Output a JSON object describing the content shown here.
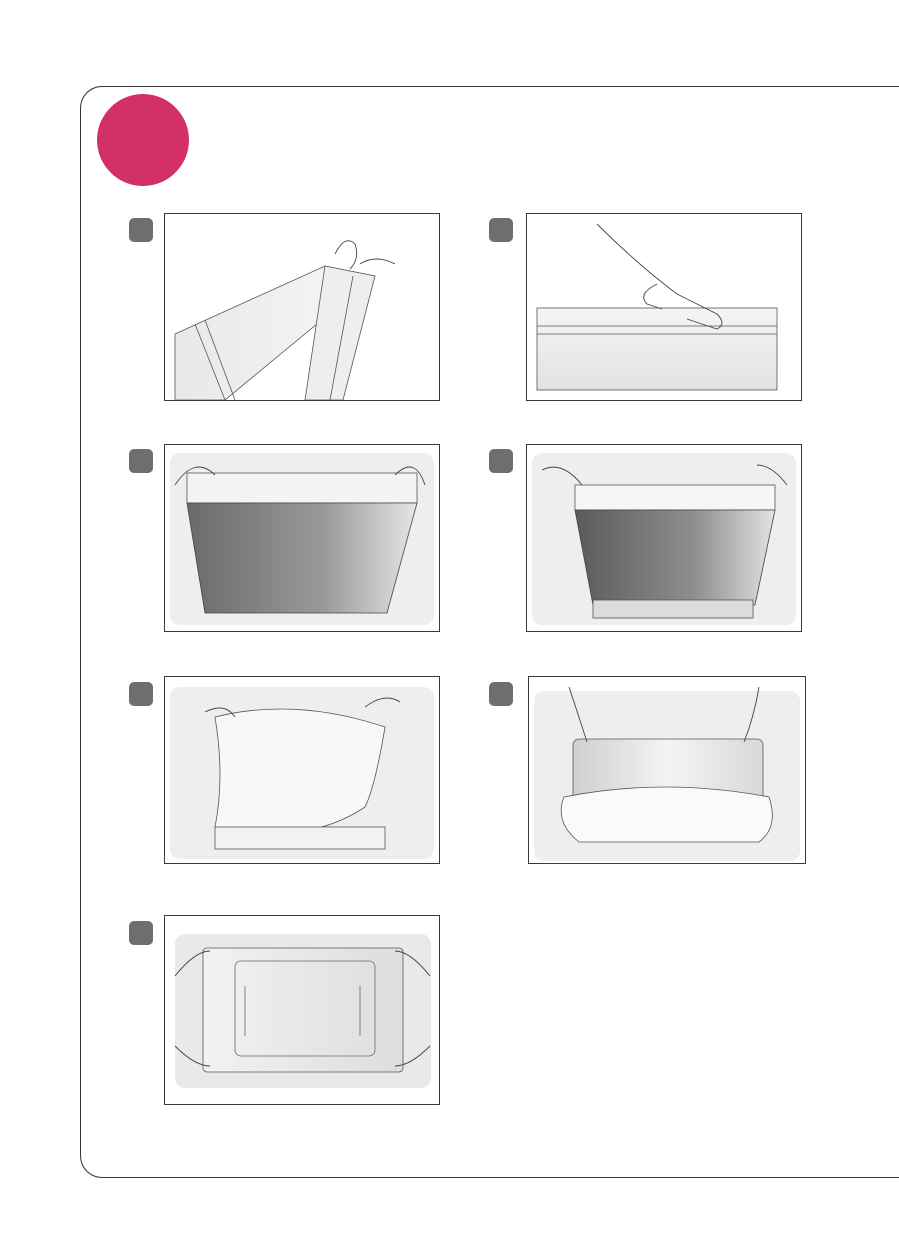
{
  "colors": {
    "accent": "#d3306a",
    "badge": "#6e6e6e"
  },
  "steps": [
    {
      "id": 1,
      "illustration": "cutting-strap"
    },
    {
      "id": 2,
      "illustration": "opening-box-with-cutter"
    },
    {
      "id": 3,
      "illustration": "lifting-box-lid"
    },
    {
      "id": 4,
      "illustration": "removing-box-sleeve"
    },
    {
      "id": 5,
      "illustration": "removing-protective-sheet"
    },
    {
      "id": 6,
      "illustration": "lifting-panel-from-cushion"
    },
    {
      "id": 7,
      "illustration": "holding-panel-back"
    }
  ]
}
